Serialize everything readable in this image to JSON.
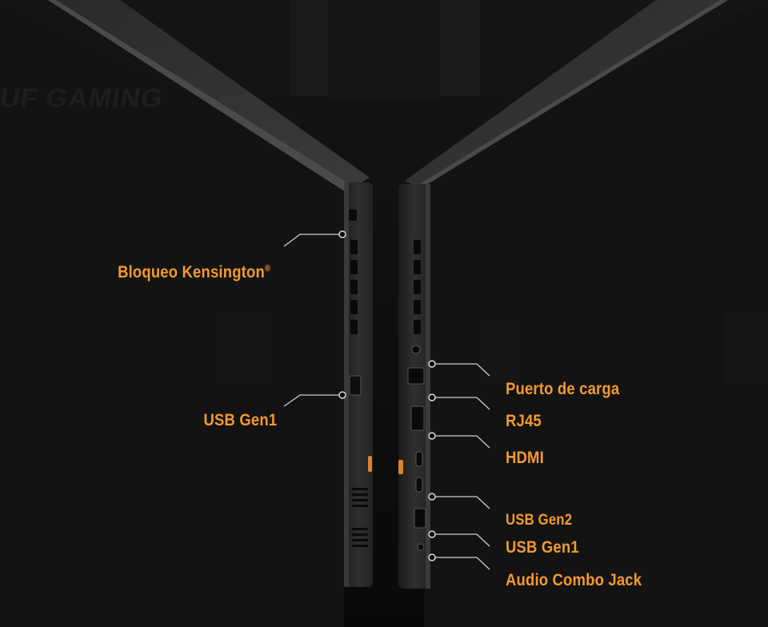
{
  "accent_color": "#f29a2e",
  "background_color": "#0b0b0b",
  "background": {
    "brand_text": "UF GAMING"
  },
  "left_side": {
    "ports": [
      {
        "label": "Bloqueo Kensington",
        "mark": "®"
      },
      {
        "label": "USB Gen1",
        "mark": ""
      }
    ]
  },
  "right_side": {
    "ports": [
      {
        "label": "Puerto de carga"
      },
      {
        "label": "RJ45"
      },
      {
        "label": "HDMI"
      },
      {
        "label": "USB Gen2"
      },
      {
        "label": "USB Gen1"
      },
      {
        "label": "Audio Combo Jack"
      }
    ]
  }
}
